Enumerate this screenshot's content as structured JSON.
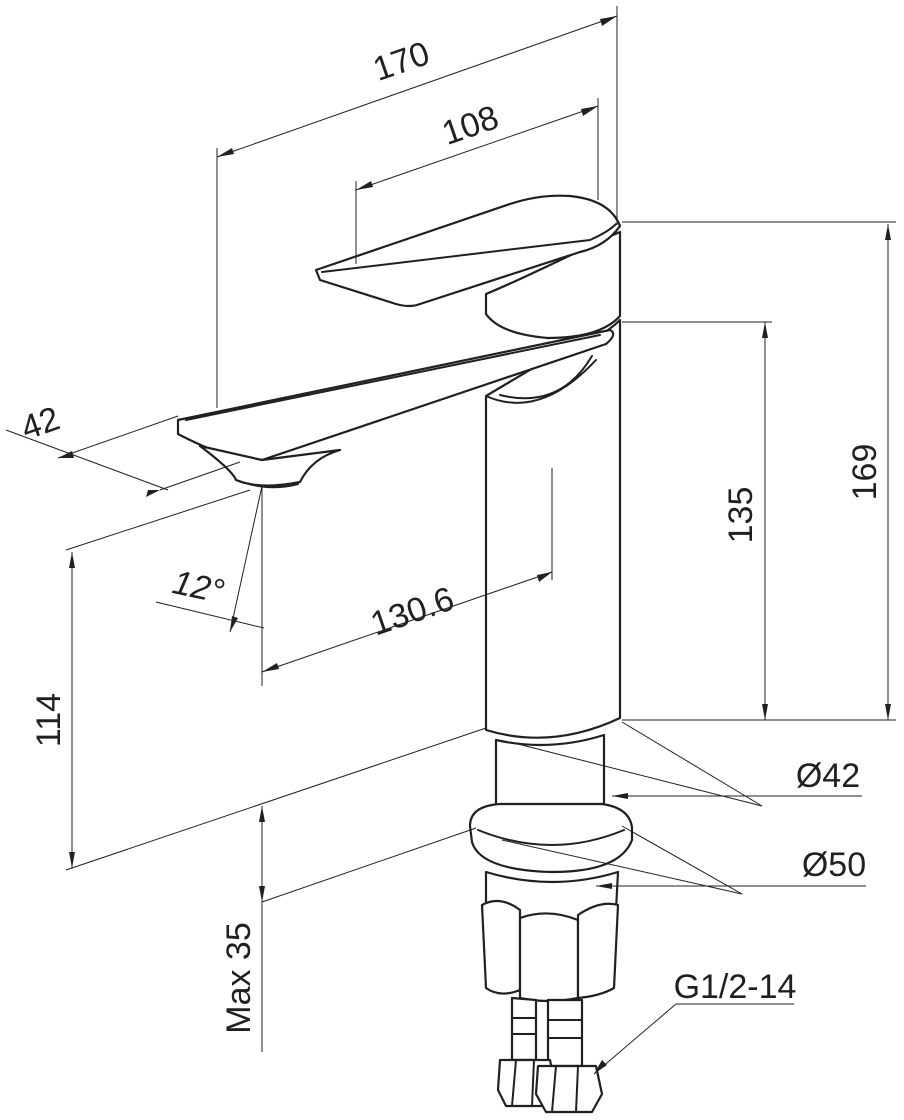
{
  "dimensions": {
    "d170": "170",
    "d108": "108",
    "d42": "42",
    "d169": "169",
    "d135": "135",
    "d114": "114",
    "d130_6": "130.6",
    "angle12": "12°",
    "dia42": "Ø42",
    "dia50": "Ø50",
    "max35": "Max 35",
    "thread": "G1/2-14"
  },
  "colors": {
    "line": "#231f20",
    "background": "#ffffff"
  }
}
